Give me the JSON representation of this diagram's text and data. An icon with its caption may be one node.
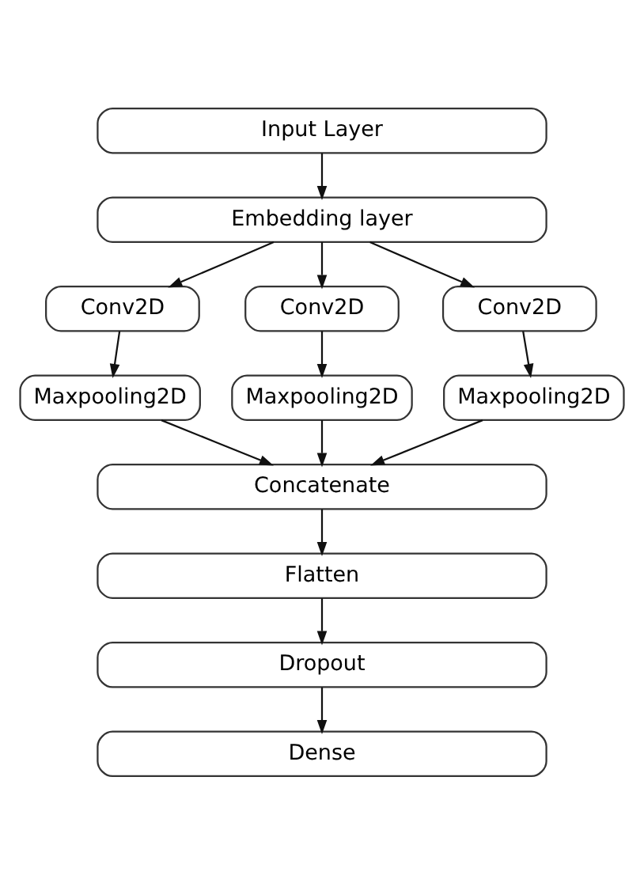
{
  "diagram": {
    "nodes": [
      {
        "text": [
          "Input Layer"
        ]
      },
      {
        "text": [
          "Embedding layer"
        ]
      },
      {
        "text": [
          "Conv2D"
        ]
      },
      {
        "text": [
          "Conv2D"
        ]
      },
      {
        "text": [
          "Conv2D"
        ]
      },
      {
        "text": [
          "Maxpooling2D"
        ]
      },
      {
        "text": [
          "Maxpooling2D"
        ]
      },
      {
        "text": [
          "Maxpooling2D"
        ]
      },
      {
        "text": [
          "Concatenate"
        ]
      },
      {
        "text": [
          "Flatten"
        ]
      },
      {
        "text": [
          "Dropout"
        ]
      },
      {
        "text": [
          "Dense"
        ]
      }
    ],
    "edges": [
      {
        "from": 0,
        "to": 1,
        "arrow": "to"
      },
      {
        "from": 1,
        "to": 2,
        "arrow": "to"
      },
      {
        "from": 1,
        "to": 3,
        "arrow": "to"
      },
      {
        "from": 1,
        "to": 4,
        "arrow": "to"
      },
      {
        "from": 2,
        "to": 5,
        "arrow": "to"
      },
      {
        "from": 3,
        "to": 6,
        "arrow": "to"
      },
      {
        "from": 4,
        "to": 7,
        "arrow": "to"
      },
      {
        "from": 5,
        "to": 8,
        "arrow": "to"
      },
      {
        "from": 6,
        "to": 8,
        "arrow": "to"
      },
      {
        "from": 7,
        "to": 8,
        "arrow": "to"
      },
      {
        "from": 8,
        "to": 9,
        "arrow": "to"
      },
      {
        "from": 9,
        "to": 10,
        "arrow": "to"
      },
      {
        "from": 10,
        "to": 11,
        "arrow": "to"
      }
    ]
  }
}
